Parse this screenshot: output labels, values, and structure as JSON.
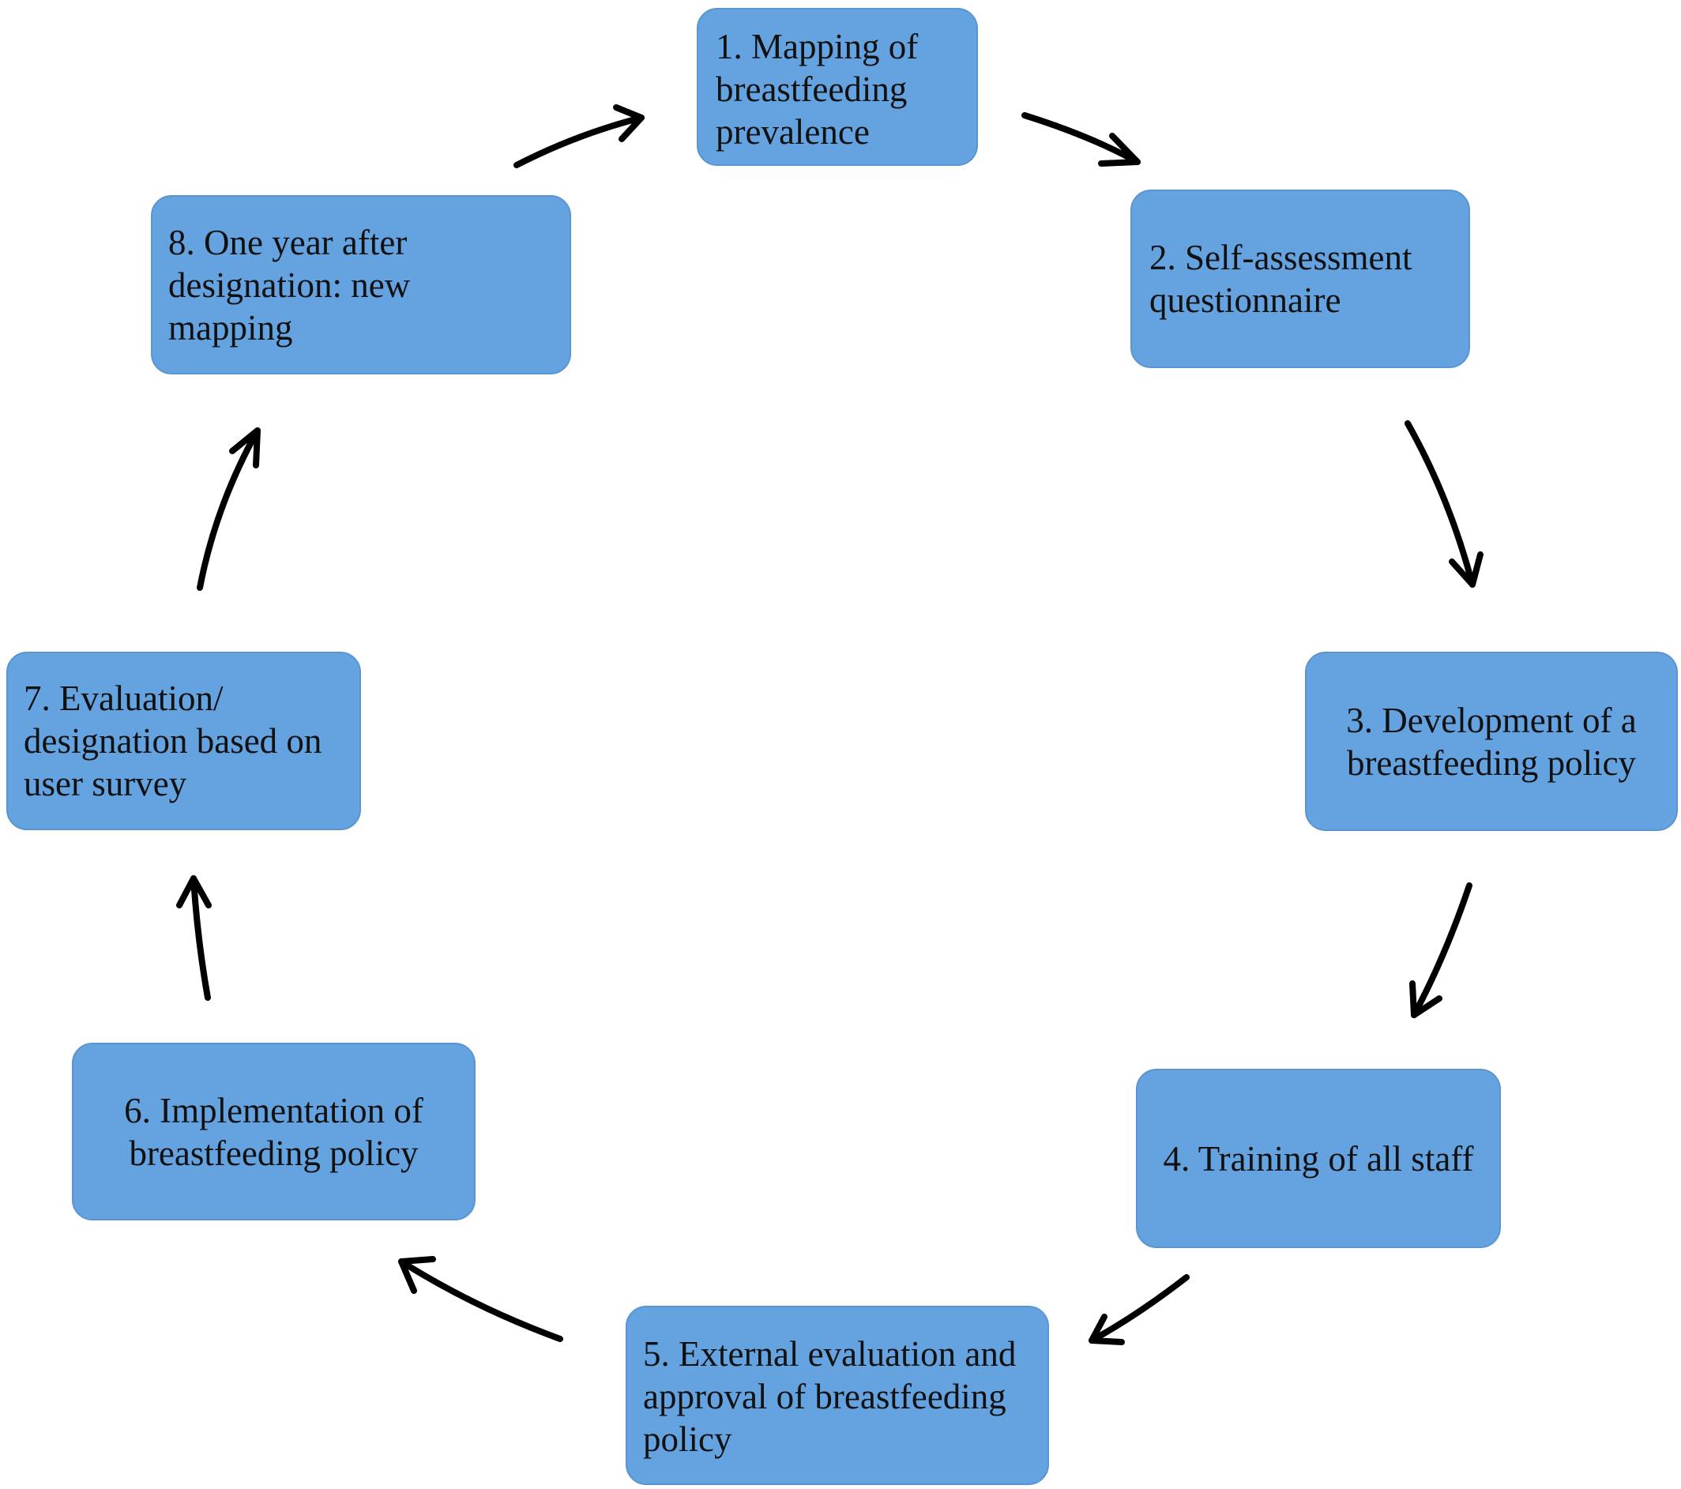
{
  "diagram": {
    "steps": [
      {
        "id": "s1",
        "label": "1.  Mapping of\nbreastfeeding\nprevalence"
      },
      {
        "id": "s2",
        "label": "2. Self-assessment\nquestionnaire"
      },
      {
        "id": "s3",
        "label": "3. Development of  a\nbreastfeeding policy"
      },
      {
        "id": "s4",
        "label": "4. Training of all staff"
      },
      {
        "id": "s5",
        "label": "5. External evaluation and\napproval of breastfeeding\npolicy"
      },
      {
        "id": "s6",
        "label": "6. Implementation of\nbreastfeeding policy"
      },
      {
        "id": "s7",
        "label": "7. Evaluation/\ndesignation based on\nuser survey"
      },
      {
        "id": "s8",
        "label": "8. One year after\ndesignation: new\nmapping"
      }
    ],
    "connections": [
      {
        "from": "s1",
        "to": "s2"
      },
      {
        "from": "s2",
        "to": "s3"
      },
      {
        "from": "s3",
        "to": "s4"
      },
      {
        "from": "s4",
        "to": "s5"
      },
      {
        "from": "s5",
        "to": "s6"
      },
      {
        "from": "s6",
        "to": "s7"
      },
      {
        "from": "s7",
        "to": "s8"
      },
      {
        "from": "s8",
        "to": "s1"
      }
    ],
    "colors": {
      "box_fill": "#64a2e0",
      "box_border": "#5a95d2",
      "text": "#111111",
      "arrow": "#000000",
      "background": "#ffffff"
    }
  }
}
